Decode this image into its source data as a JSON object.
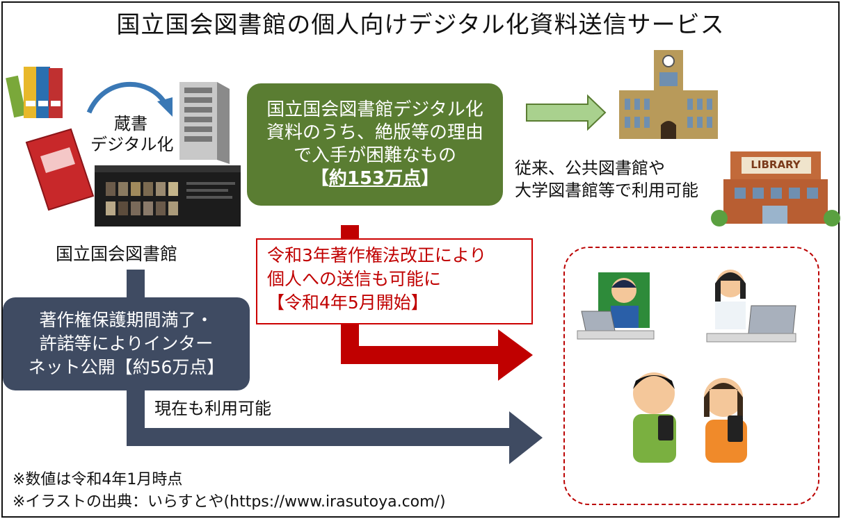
{
  "title": "国立国会図書館の個人向けデジタル化資料送信サービス",
  "ndl": {
    "label": "国立国会図書館",
    "digitize_label_1": "蔵書",
    "digitize_label_2": "デジタル化"
  },
  "out_of_print": {
    "line1": "国立国会図書館デジタル化",
    "line2": "資料のうち、絶版等の理由",
    "line3": "で入手が困難なもの",
    "count_open": "【",
    "count_value": "約153万点",
    "count_close": "】"
  },
  "traditional": {
    "line1": "従来、公共図書館や",
    "line2": "大学図書館等で利用可能",
    "library_sign": "LIBRARY"
  },
  "law_change": {
    "line1": "令和3年著作権法改正により",
    "line2": "個人への送信も可能に",
    "line3": "【令和4年5月開始】"
  },
  "public_domain": {
    "line1": "著作権保護期間満了・",
    "line2": "許諾等によりインター",
    "line3": "ネット公開【約56万点】"
  },
  "current": "現在も利用可能",
  "footnotes": {
    "note1": "※数値は令和4年1月時点",
    "note2": "※イラストの出典：いらすとや(https://www.irasutoya.com/)"
  },
  "colors": {
    "green": "#5a7d32",
    "navy": "#3f4b62",
    "red": "#c00000",
    "light_green_arrow": "#a9d18e"
  }
}
